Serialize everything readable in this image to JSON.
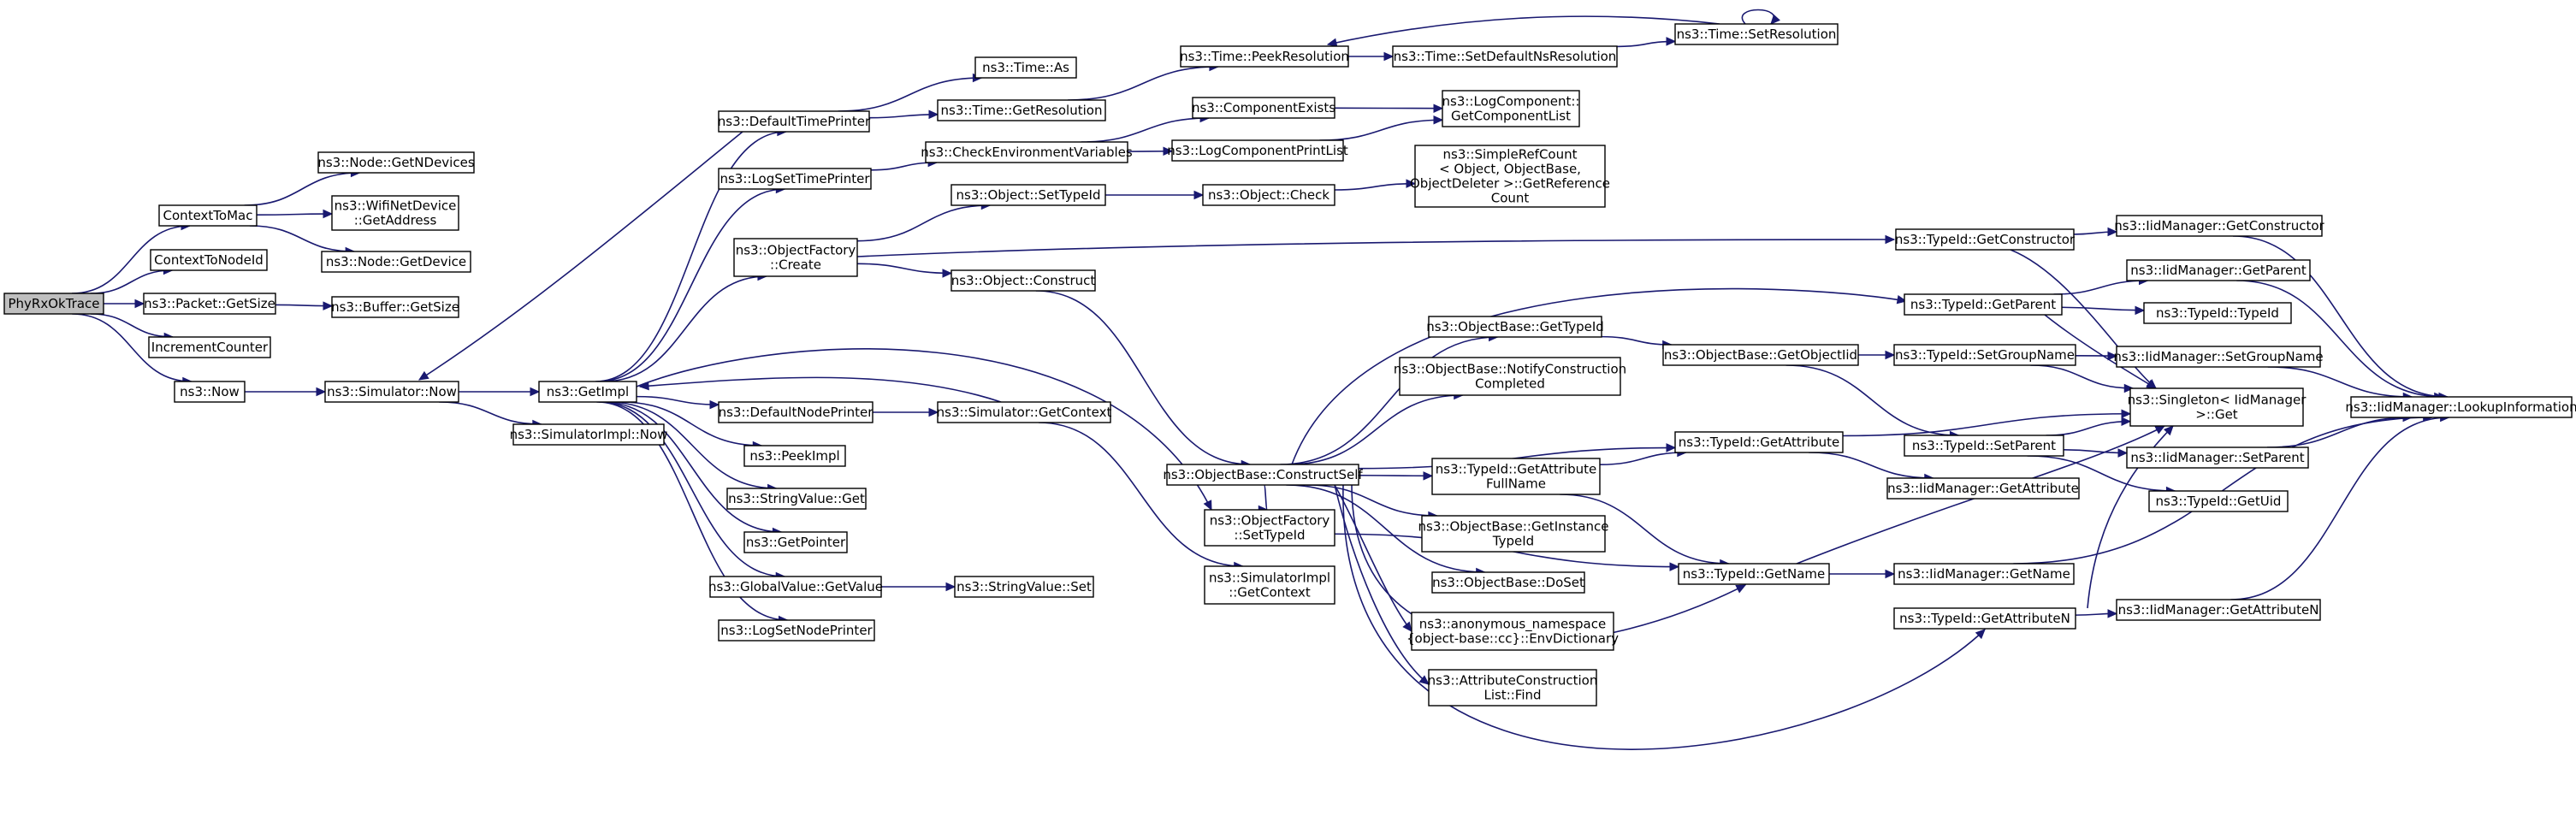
{
  "colors": {
    "edge": "#191970",
    "root_fill": "#bfbfbf",
    "node_fill": "#ffffff",
    "node_border": "#000000"
  },
  "nodes": [
    {
      "id": "PhyRxOkTrace",
      "lines": [
        "PhyRxOkTrace"
      ],
      "root": true
    },
    {
      "id": "ContextToMac",
      "lines": [
        "ContextToMac"
      ]
    },
    {
      "id": "ContextToNodeId",
      "lines": [
        "ContextToNodeId"
      ]
    },
    {
      "id": "PacketGetSize",
      "lines": [
        "ns3::Packet::GetSize"
      ]
    },
    {
      "id": "IncrementCounter",
      "lines": [
        "IncrementCounter"
      ]
    },
    {
      "id": "Now",
      "lines": [
        "ns3::Now"
      ]
    },
    {
      "id": "NodeGetNDevices",
      "lines": [
        "ns3::Node::GetNDevices"
      ]
    },
    {
      "id": "WifiNetDeviceGetAddress",
      "lines": [
        "ns3::WifiNetDevice",
        "::GetAddress"
      ]
    },
    {
      "id": "NodeGetDevice",
      "lines": [
        "ns3::Node::GetDevice"
      ]
    },
    {
      "id": "BufferGetSize",
      "lines": [
        "ns3::Buffer::GetSize"
      ]
    },
    {
      "id": "SimulatorNow",
      "lines": [
        "ns3::Simulator::Now"
      ]
    },
    {
      "id": "GetImpl",
      "lines": [
        "ns3::GetImpl"
      ]
    },
    {
      "id": "SimulatorImplNow",
      "lines": [
        "ns3::SimulatorImpl::Now"
      ]
    },
    {
      "id": "DefaultTimePrinter",
      "lines": [
        "ns3::DefaultTimePrinter"
      ]
    },
    {
      "id": "LogSetTimePrinter",
      "lines": [
        "ns3::LogSetTimePrinter"
      ]
    },
    {
      "id": "ObjectFactoryCreate",
      "lines": [
        "ns3::ObjectFactory",
        "::Create"
      ]
    },
    {
      "id": "DefaultNodePrinter",
      "lines": [
        "ns3::DefaultNodePrinter"
      ]
    },
    {
      "id": "PeekImpl",
      "lines": [
        "ns3::PeekImpl"
      ]
    },
    {
      "id": "StringValueGet",
      "lines": [
        "ns3::StringValue::Get"
      ]
    },
    {
      "id": "GetPointer",
      "lines": [
        "ns3::GetPointer"
      ]
    },
    {
      "id": "GlobalValueGetValue",
      "lines": [
        "ns3::GlobalValue::GetValue"
      ]
    },
    {
      "id": "LogSetNodePrinter",
      "lines": [
        "ns3::LogSetNodePrinter"
      ]
    },
    {
      "id": "TimeAs",
      "lines": [
        "ns3::Time::As"
      ]
    },
    {
      "id": "TimeGetResolution",
      "lines": [
        "ns3::Time::GetResolution"
      ]
    },
    {
      "id": "CheckEnvironmentVariables",
      "lines": [
        "ns3::CheckEnvironmentVariables"
      ]
    },
    {
      "id": "ObjectSetTypeId",
      "lines": [
        "ns3::Object::SetTypeId"
      ]
    },
    {
      "id": "ObjectConstruct",
      "lines": [
        "ns3::Object::Construct"
      ]
    },
    {
      "id": "SimulatorGetContext",
      "lines": [
        "ns3::Simulator::GetContext"
      ]
    },
    {
      "id": "StringValueSet",
      "lines": [
        "ns3::StringValue::Set"
      ]
    },
    {
      "id": "TimePeekResolution",
      "lines": [
        "ns3::Time::PeekResolution"
      ]
    },
    {
      "id": "ComponentExists",
      "lines": [
        "ns3::ComponentExists"
      ]
    },
    {
      "id": "LogComponentPrintList",
      "lines": [
        "ns3::LogComponentPrintList"
      ]
    },
    {
      "id": "ObjectCheck",
      "lines": [
        "ns3::Object::Check"
      ]
    },
    {
      "id": "ObjectBaseConstructSelf",
      "lines": [
        "ns3::ObjectBase::ConstructSelf"
      ]
    },
    {
      "id": "ObjectFactorySetTypeId",
      "lines": [
        "ns3::ObjectFactory",
        "::SetTypeId"
      ]
    },
    {
      "id": "SimulatorImplGetContext",
      "lines": [
        "ns3::SimulatorImpl",
        "::GetContext"
      ]
    },
    {
      "id": "TimeSetDefaultNsResolution",
      "lines": [
        "ns3::Time::SetDefaultNsResolution"
      ]
    },
    {
      "id": "LogComponentGetComponentList",
      "lines": [
        "ns3::LogComponent::",
        "GetComponentList"
      ]
    },
    {
      "id": "SimpleRefCountGetReferenceCount",
      "lines": [
        "ns3::SimpleRefCount",
        "< Object, ObjectBase,",
        "ObjectDeleter >::GetReference",
        "Count"
      ]
    },
    {
      "id": "ObjectBaseGetTypeId",
      "lines": [
        "ns3::ObjectBase::GetTypeId"
      ]
    },
    {
      "id": "ObjectBaseNotifyConstructionCompleted",
      "lines": [
        "ns3::ObjectBase::NotifyConstruction",
        "Completed"
      ]
    },
    {
      "id": "TypeIdGetAttributeFullName",
      "lines": [
        "ns3::TypeId::GetAttribute",
        "FullName"
      ]
    },
    {
      "id": "ObjectBaseGetInstanceTypeId",
      "lines": [
        "ns3::ObjectBase::GetInstance",
        "TypeId"
      ]
    },
    {
      "id": "ObjectBaseDoSet",
      "lines": [
        "ns3::ObjectBase::DoSet"
      ]
    },
    {
      "id": "EnvDictionary",
      "lines": [
        "ns3::anonymous_namespace",
        "{object-base::cc}::EnvDictionary"
      ]
    },
    {
      "id": "AttributeConstructionListFind",
      "lines": [
        "ns3::AttributeConstruction",
        "List::Find"
      ]
    },
    {
      "id": "TimeSetResolution",
      "lines": [
        "ns3::Time::SetResolution"
      ]
    },
    {
      "id": "ObjectBaseGetObjectIid",
      "lines": [
        "ns3::ObjectBase::GetObjectIid"
      ]
    },
    {
      "id": "TypeIdGetAttribute",
      "lines": [
        "ns3::TypeId::GetAttribute"
      ]
    },
    {
      "id": "TypeIdGetName",
      "lines": [
        "ns3::TypeId::GetName"
      ]
    },
    {
      "id": "TypeIdGetConstructor",
      "lines": [
        "ns3::TypeId::GetConstructor"
      ]
    },
    {
      "id": "TypeIdGetParent",
      "lines": [
        "ns3::TypeId::GetParent"
      ]
    },
    {
      "id": "TypeIdSetGroupName",
      "lines": [
        "ns3::TypeId::SetGroupName"
      ]
    },
    {
      "id": "TypeIdSetParent",
      "lines": [
        "ns3::TypeId::SetParent"
      ]
    },
    {
      "id": "IidManagerGetAttribute",
      "lines": [
        "ns3::IidManager::GetAttribute"
      ]
    },
    {
      "id": "IidManagerGetName",
      "lines": [
        "ns3::IidManager::GetName"
      ]
    },
    {
      "id": "TypeIdGetAttributeN",
      "lines": [
        "ns3::TypeId::GetAttributeN"
      ]
    },
    {
      "id": "IidManagerGetConstructor",
      "lines": [
        "ns3::IidManager::GetConstructor"
      ]
    },
    {
      "id": "IidManagerGetParent",
      "lines": [
        "ns3::IidManager::GetParent"
      ]
    },
    {
      "id": "TypeIdTypeId",
      "lines": [
        "ns3::TypeId::TypeId"
      ]
    },
    {
      "id": "IidManagerSetGroupName",
      "lines": [
        "ns3::IidManager::SetGroupName"
      ]
    },
    {
      "id": "SingletonIidManagerGet",
      "lines": [
        "ns3::Singleton< IidManager",
        ">::Get"
      ]
    },
    {
      "id": "IidManagerSetParent",
      "lines": [
        "ns3::IidManager::SetParent"
      ]
    },
    {
      "id": "TypeIdGetUid",
      "lines": [
        "ns3::TypeId::GetUid"
      ]
    },
    {
      "id": "IidManagerGetAttributeN",
      "lines": [
        "ns3::IidManager::GetAttributeN"
      ]
    },
    {
      "id": "IidManagerLookupInformation",
      "lines": [
        "ns3::IidManager::LookupInformation"
      ]
    }
  ],
  "edges": [
    [
      "PhyRxOkTrace",
      "ContextToMac"
    ],
    [
      "PhyRxOkTrace",
      "ContextToNodeId"
    ],
    [
      "PhyRxOkTrace",
      "PacketGetSize"
    ],
    [
      "PhyRxOkTrace",
      "IncrementCounter"
    ],
    [
      "PhyRxOkTrace",
      "Now"
    ],
    [
      "ContextToMac",
      "NodeGetNDevices"
    ],
    [
      "ContextToMac",
      "WifiNetDeviceGetAddress"
    ],
    [
      "ContextToMac",
      "NodeGetDevice"
    ],
    [
      "PacketGetSize",
      "BufferGetSize"
    ],
    [
      "Now",
      "SimulatorNow"
    ],
    [
      "SimulatorNow",
      "GetImpl"
    ],
    [
      "SimulatorNow",
      "SimulatorImplNow"
    ],
    [
      "GetImpl",
      "DefaultTimePrinter"
    ],
    [
      "GetImpl",
      "LogSetTimePrinter"
    ],
    [
      "GetImpl",
      "ObjectFactoryCreate"
    ],
    [
      "GetImpl",
      "ObjectFactorySetTypeId"
    ],
    [
      "GetImpl",
      "DefaultNodePrinter"
    ],
    [
      "GetImpl",
      "PeekImpl"
    ],
    [
      "GetImpl",
      "StringValueGet"
    ],
    [
      "GetImpl",
      "GetPointer"
    ],
    [
      "GetImpl",
      "GlobalValueGetValue"
    ],
    [
      "GetImpl",
      "LogSetNodePrinter"
    ],
    [
      "DefaultTimePrinter",
      "SimulatorNow"
    ],
    [
      "DefaultTimePrinter",
      "TimeAs"
    ],
    [
      "DefaultTimePrinter",
      "TimeGetResolution"
    ],
    [
      "TimeGetResolution",
      "TimePeekResolution"
    ],
    [
      "TimePeekResolution",
      "TimeSetDefaultNsResolution"
    ],
    [
      "TimeSetDefaultNsResolution",
      "TimeSetResolution"
    ],
    [
      "TimeSetResolution",
      "TimePeekResolution"
    ],
    [
      "TimeSetResolution",
      "TimeSetResolution"
    ],
    [
      "LogSetTimePrinter",
      "CheckEnvironmentVariables"
    ],
    [
      "CheckEnvironmentVariables",
      "ComponentExists"
    ],
    [
      "CheckEnvironmentVariables",
      "LogComponentPrintList"
    ],
    [
      "ComponentExists",
      "LogComponentGetComponentList"
    ],
    [
      "LogComponentPrintList",
      "LogComponentGetComponentList"
    ],
    [
      "ObjectFactoryCreate",
      "ObjectSetTypeId"
    ],
    [
      "ObjectFactoryCreate",
      "ObjectConstruct"
    ],
    [
      "ObjectFactoryCreate",
      "TypeIdGetConstructor"
    ],
    [
      "ObjectSetTypeId",
      "ObjectCheck"
    ],
    [
      "ObjectCheck",
      "SimpleRefCountGetReferenceCount"
    ],
    [
      "ObjectConstruct",
      "ObjectBaseConstructSelf"
    ],
    [
      "DefaultNodePrinter",
      "SimulatorGetContext"
    ],
    [
      "SimulatorGetContext",
      "GetImpl"
    ],
    [
      "SimulatorGetContext",
      "SimulatorImplGetContext"
    ],
    [
      "GlobalValueGetValue",
      "StringValueSet"
    ],
    [
      "ObjectBaseConstructSelf",
      "ObjectFactorySetTypeId"
    ],
    [
      "ObjectBaseConstructSelf",
      "ObjectBaseGetTypeId"
    ],
    [
      "ObjectBaseConstructSelf",
      "ObjectBaseNotifyConstructionCompleted"
    ],
    [
      "ObjectBaseConstructSelf",
      "TypeIdGetAttribute"
    ],
    [
      "ObjectBaseConstructSelf",
      "TypeIdGetAttributeFullName"
    ],
    [
      "ObjectBaseConstructSelf",
      "ObjectBaseGetInstanceTypeId"
    ],
    [
      "ObjectBaseConstructSelf",
      "ObjectBaseDoSet"
    ],
    [
      "ObjectBaseConstructSelf",
      "EnvDictionary"
    ],
    [
      "ObjectBaseConstructSelf",
      "AttributeConstructionListFind"
    ],
    [
      "ObjectBaseConstructSelf",
      "TypeIdGetName"
    ],
    [
      "ObjectBaseConstructSelf",
      "TypeIdGetAttributeN"
    ],
    [
      "ObjectBaseConstructSelf",
      "TypeIdGetParent"
    ],
    [
      "ObjectFactorySetTypeId",
      "TypeIdGetName"
    ],
    [
      "ObjectBaseGetTypeId",
      "ObjectBaseGetObjectIid"
    ],
    [
      "ObjectBaseGetObjectIid",
      "TypeIdSetGroupName"
    ],
    [
      "ObjectBaseGetObjectIid",
      "TypeIdSetParent"
    ],
    [
      "TypeIdGetAttributeFullName",
      "TypeIdGetAttribute"
    ],
    [
      "TypeIdGetAttributeFullName",
      "TypeIdGetName"
    ],
    [
      "TypeIdGetAttribute",
      "IidManagerGetAttribute"
    ],
    [
      "TypeIdGetAttribute",
      "SingletonIidManagerGet"
    ],
    [
      "TypeIdGetName",
      "IidManagerGetName"
    ],
    [
      "TypeIdGetName",
      "SingletonIidManagerGet"
    ],
    [
      "TypeIdGetConstructor",
      "IidManagerGetConstructor"
    ],
    [
      "TypeIdGetConstructor",
      "SingletonIidManagerGet"
    ],
    [
      "TypeIdGetParent",
      "IidManagerGetParent"
    ],
    [
      "TypeIdGetParent",
      "TypeIdTypeId"
    ],
    [
      "TypeIdGetParent",
      "SingletonIidManagerGet"
    ],
    [
      "TypeIdSetGroupName",
      "IidManagerSetGroupName"
    ],
    [
      "TypeIdSetGroupName",
      "SingletonIidManagerGet"
    ],
    [
      "TypeIdSetParent",
      "IidManagerSetParent"
    ],
    [
      "TypeIdSetParent",
      "TypeIdGetUid"
    ],
    [
      "TypeIdSetParent",
      "SingletonIidManagerGet"
    ],
    [
      "TypeIdGetAttributeN",
      "IidManagerGetAttributeN"
    ],
    [
      "TypeIdGetAttributeN",
      "SingletonIidManagerGet"
    ],
    [
      "IidManagerGetConstructor",
      "IidManagerLookupInformation"
    ],
    [
      "IidManagerGetParent",
      "IidManagerLookupInformation"
    ],
    [
      "IidManagerSetGroupName",
      "IidManagerLookupInformation"
    ],
    [
      "IidManagerSetParent",
      "IidManagerLookupInformation"
    ],
    [
      "IidManagerGetName",
      "IidManagerLookupInformation"
    ],
    [
      "IidManagerGetAttributeN",
      "IidManagerLookupInformation"
    ]
  ]
}
